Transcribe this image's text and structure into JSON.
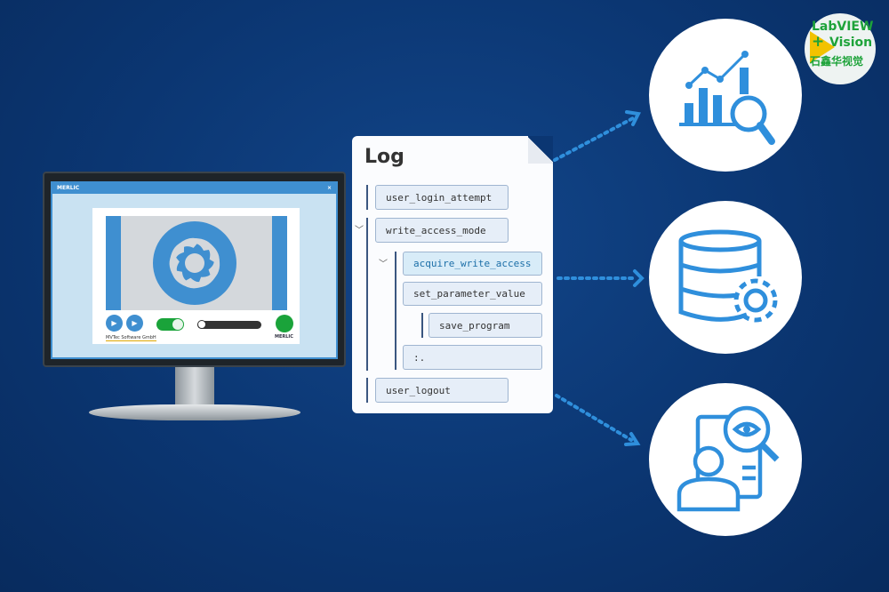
{
  "monitor_app": {
    "title": "MERLIC",
    "close": "×",
    "footer_brand": "MERLIC",
    "footer_company": "MVTec Software GmbH",
    "status_color": "#1aa33a"
  },
  "log": {
    "title": "Log",
    "entries": [
      {
        "label": "user_login_attempt"
      },
      {
        "label": "write_access_mode"
      },
      {
        "label": "acquire_write_access"
      },
      {
        "label": "set_parameter_value"
      },
      {
        "label": "save_program"
      },
      {
        "label": ":."
      },
      {
        "label": "user_logout"
      }
    ]
  },
  "icons": [
    "analytics-icon",
    "database-settings-icon",
    "user-audit-icon"
  ],
  "logo": {
    "line1": "LabVIEW",
    "plus": "+",
    "line2": "Vision",
    "line3": "石鑫华视觉"
  },
  "colors": {
    "background": "#0b3672",
    "accent": "#2f8fdc"
  }
}
